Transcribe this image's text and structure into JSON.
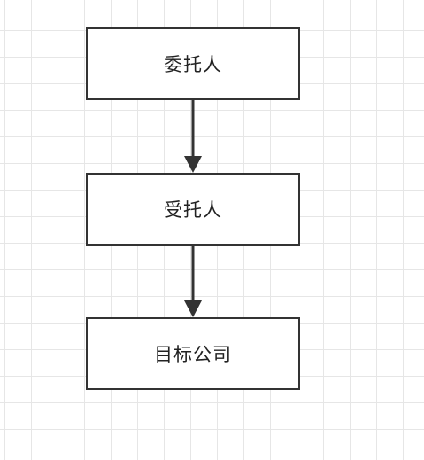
{
  "diagram": {
    "nodes": [
      {
        "id": "n1",
        "label": "委托人"
      },
      {
        "id": "n2",
        "label": "受托人"
      },
      {
        "id": "n3",
        "label": "目标公司"
      }
    ],
    "edges": [
      {
        "from": "n1",
        "to": "n2"
      },
      {
        "from": "n2",
        "to": "n3"
      }
    ]
  },
  "colors": {
    "stroke": "#333333",
    "grid": "#e6e6e6",
    "background": "#ffffff"
  }
}
